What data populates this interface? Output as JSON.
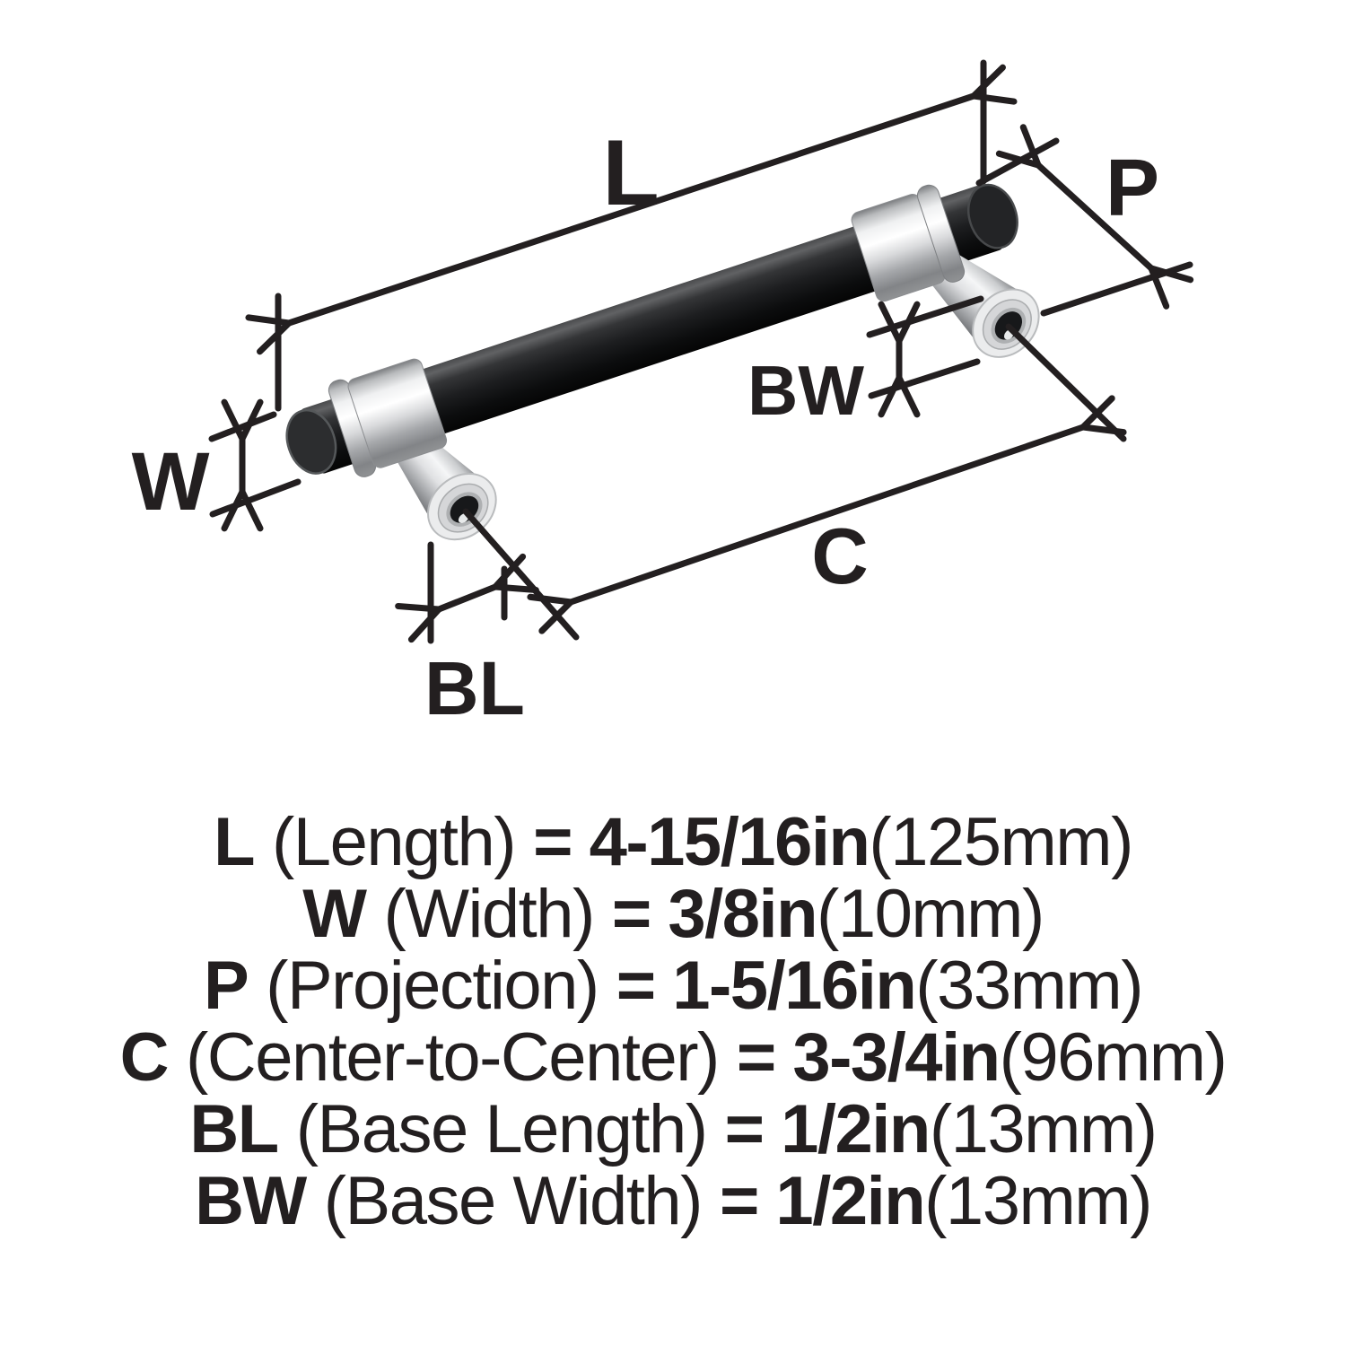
{
  "diagram": {
    "labels": {
      "L": "L",
      "W": "W",
      "P": "P",
      "C": "C",
      "BL": "BL",
      "BW": "BW"
    },
    "colors": {
      "line": "#231F20",
      "bar_black": "#1d1e20",
      "nickel_light": "#f4f5f6",
      "nickel_dark": "#7b7d80",
      "background": "#ffffff"
    }
  },
  "specs": {
    "rows": [
      {
        "code": "L",
        "name": "(Length)",
        "value": "= 4-15/16in",
        "metric": "(125mm)"
      },
      {
        "code": "W",
        "name": "(Width)",
        "value": "= 3/8in",
        "metric": "(10mm)"
      },
      {
        "code": "P",
        "name": "(Projection)",
        "value": "= 1-5/16in",
        "metric": "(33mm)"
      },
      {
        "code": "C",
        "name": "(Center-to-Center)",
        "value": "= 3-3/4in",
        "metric": "(96mm)"
      },
      {
        "code": "BL",
        "name": "(Base Length)",
        "value": "= 1/2in",
        "metric": "(13mm)"
      },
      {
        "code": "BW",
        "name": "(Base Width)",
        "value": "= 1/2in",
        "metric": "(13mm)"
      }
    ]
  }
}
